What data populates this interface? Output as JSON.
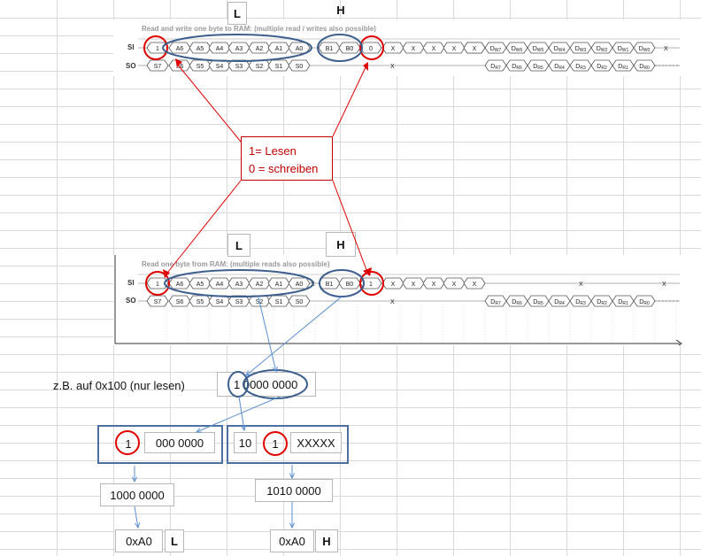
{
  "timing_top": {
    "caption": "Read and write one byte to RAM: (multiple read / writes also possible)",
    "label_L": "L",
    "label_H": "H",
    "si_label": "SI",
    "so_label": "SO",
    "si_cells": [
      "1",
      "A6",
      "A5",
      "A4",
      "A3",
      "A2",
      "A1",
      "A0",
      "B1",
      "B0",
      "0",
      "X",
      "X",
      "X",
      "X",
      "X",
      "X",
      "DW7",
      "DW6",
      "DW5",
      "DW4",
      "DW3",
      "DW2",
      "DW1",
      "DW0",
      "X"
    ],
    "so_cells": [
      "S7",
      "S6",
      "S5",
      "S4",
      "S3",
      "S2",
      "S1",
      "S0",
      "X",
      "DR7",
      "DR6",
      "DR5",
      "DR4",
      "DR3",
      "DR2",
      "DR1",
      "DR0"
    ]
  },
  "note": {
    "line1": "1= Lesen",
    "line2": "0 = schreiben"
  },
  "timing_bottom": {
    "caption": "Read one byte from RAM: (multiple reads also possible)",
    "label_L": "L",
    "label_H": "H",
    "si_label": "SI",
    "so_label": "SO",
    "si_cells": [
      "1",
      "A6",
      "A5",
      "A4",
      "A3",
      "A2",
      "A1",
      "A0",
      "X",
      "B1",
      "B0",
      "1",
      "X",
      "X",
      "X",
      "X",
      "X",
      "X",
      "X"
    ],
    "so_cells": [
      "S7",
      "S6",
      "S5",
      "S4",
      "S3",
      "S2",
      "S1",
      "S0",
      "X",
      "DR7",
      "DR6",
      "DR5",
      "DR4",
      "DR3",
      "DR2",
      "DR1",
      "DR0"
    ]
  },
  "example": {
    "label": "z.B. auf 0x100 (nur lesen)",
    "binary": "1 0000 0000",
    "left_bit": "1",
    "left_rest": "000 0000",
    "right_prefix": "10",
    "right_bit": "1",
    "right_rest": "XXXXX",
    "left_byte": "1000 0000",
    "right_byte": "1010 0000",
    "left_hex": "0xA0",
    "right_hex": "0xA0",
    "left_tag": "L",
    "right_tag": "H"
  }
}
